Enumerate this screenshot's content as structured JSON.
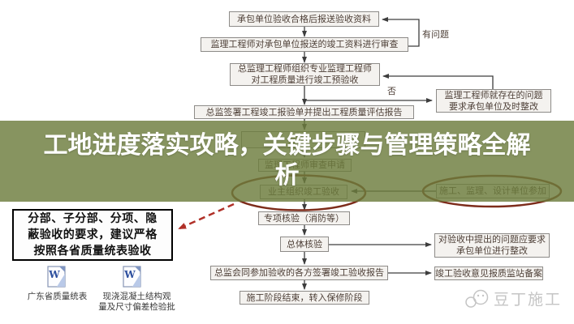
{
  "banner": {
    "title": "工地进度落实攻略，关键步骤与管理策略全解\n析",
    "bg_color": "#6d7c3d"
  },
  "flow": {
    "b1": "承包单位验收合格后报送验收资料",
    "b2": "监理工程师对承包单位报送的竣工资料进行审查",
    "b3": "总监理工程师组织专业监理工程师\n对工程质量进行竣工预验收",
    "b_rework": "监理工程师就存在的问题\n要求承包单位及时整改",
    "b4": "总监签署工程竣工报验单并提出工程质量评估报告",
    "b6": "监理工程师审查申请",
    "b7": "业主组织竣工验收",
    "b8": "施工、监理、设计单位参加",
    "b9": "专项核验（消防等）",
    "b10": "总体核验",
    "b11": "对验收中提出的问题应要求\n承包单位进行整改",
    "b12": "总监会同参加验收的各方签署竣工验收报告",
    "b13": "竣工验收意见报质监站备案",
    "b14": "施工阶段结束，转入保修阶段",
    "label_problem": "有问题",
    "label_no": "否"
  },
  "side_panel": {
    "note": "分部、子分部、分项、隐\n蔽验收的要求，建议严格\n按照各省质量统表验收",
    "attachments": [
      {
        "icon": "word-doc-icon",
        "label": "广东省质量统表"
      },
      {
        "icon": "word-doc-icon",
        "label": "现浇混凝土结构观\n量及尺寸偏差检验批"
      }
    ]
  },
  "watermark": {
    "label": "豆丁施工"
  },
  "colors": {
    "ellipse": "#7d2c1b",
    "red_arrow": "#b03028",
    "connector": "#3d3d3d"
  }
}
